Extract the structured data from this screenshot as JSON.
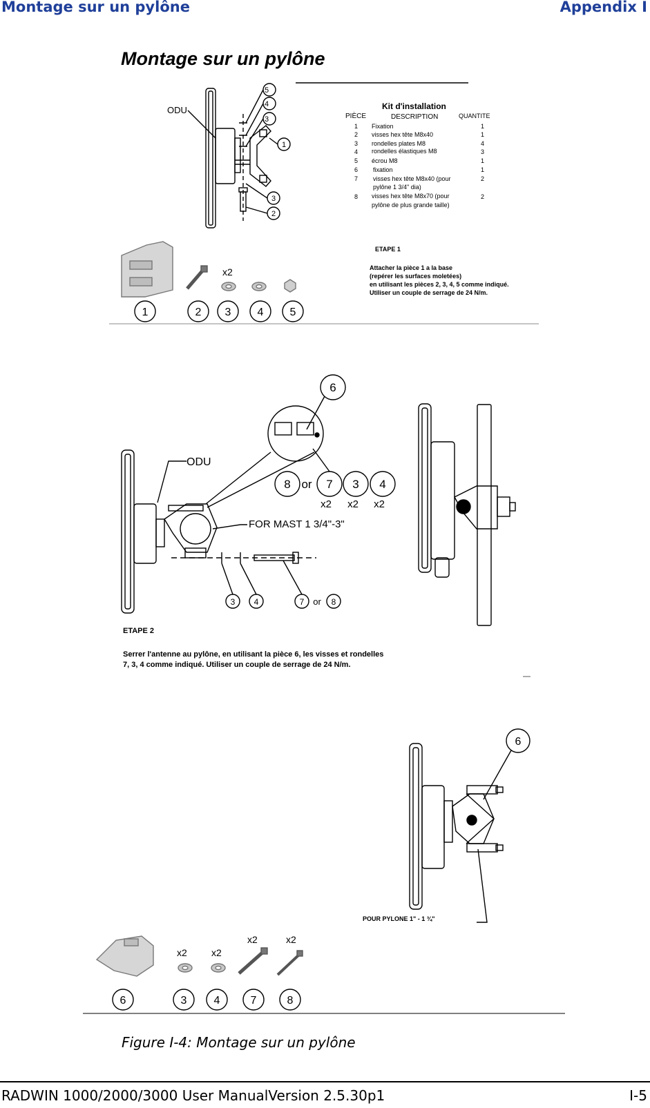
{
  "header": {
    "left": "Montage sur un pylône",
    "right": "Appendix I"
  },
  "section_title": "Montage sur un pylône",
  "kit": {
    "title": "Kit d'installation",
    "col_piece": "PIÈCE",
    "col_desc": "DESCRIPTION",
    "col_qty": "QUANTITE",
    "rows": [
      {
        "n": "1",
        "d1": "Fixation",
        "d2": "",
        "q": "1"
      },
      {
        "n": "2",
        "d1": "visses hex tête M8x40",
        "d2": "",
        "q": "1"
      },
      {
        "n": "3",
        "d1": "rondelles plates M8",
        "d2": "",
        "q": "4"
      },
      {
        "n": "4",
        "d1": "rondelles élastiques M8",
        "d2": "",
        "q": "3"
      },
      {
        "n": "5",
        "d1": "écrou M8",
        "d2": "",
        "q": "1"
      },
      {
        "n": "6",
        "d1": "fixation",
        "d2": "",
        "q": "1"
      },
      {
        "n": "7",
        "d1": "visses hex tête M8x40 (pour",
        "d2": "pylône 1 3/4\" dia)",
        "q": "2"
      },
      {
        "n": "8",
        "d1": "visses hex tête M8x70 (pour",
        "d2": "pylône de plus grande taille)",
        "q": "2"
      }
    ]
  },
  "diagram1": {
    "odu_label": "ODU",
    "callouts": [
      "5",
      "4",
      "3",
      "1",
      "3",
      "2"
    ],
    "parts": [
      "1",
      "2",
      "3",
      "4",
      "5"
    ],
    "x2": "x2"
  },
  "step1": {
    "title": "ETAPE 1",
    "lines": [
      "Attacher la pièce 1 a la base",
      "(repérer les surfaces moletées)",
      "en utilisant les pièces 2, 3, 4, 5 comme indiqué.",
      "Utiliser un couple de serrage de 24 N/m."
    ]
  },
  "diagram2": {
    "odu_label": "ODU",
    "mast_label": "FOR MAST 1 3/4\"-3\"",
    "callout_6": "6",
    "or_word": "or",
    "parts_row": [
      "8",
      "7",
      "3",
      "4"
    ],
    "x2": "x2",
    "bottom_callouts": [
      "3",
      "4",
      "7",
      "8"
    ]
  },
  "step2": {
    "title": "ETAPE 2",
    "line1": "Serrer l'antenne au pylône, en utilisant la pièce 6,  les visses et rondelles",
    "line2": "7, 3, 4 comme indiqué. Utiliser un couple de serrage de 24 N/m."
  },
  "diagram3": {
    "callout_6": "6",
    "pylon_label": "POUR PYLONE 1\" - 1 ¾\"",
    "parts": [
      "6",
      "3",
      "4",
      "7",
      "8"
    ],
    "x2": "x2"
  },
  "figure_caption": "Figure I-4: Montage sur un pylône",
  "footer": {
    "left": "RADWIN 1000/2000/3000 User ManualVersion  2.5.30p1",
    "right": "I-5"
  }
}
